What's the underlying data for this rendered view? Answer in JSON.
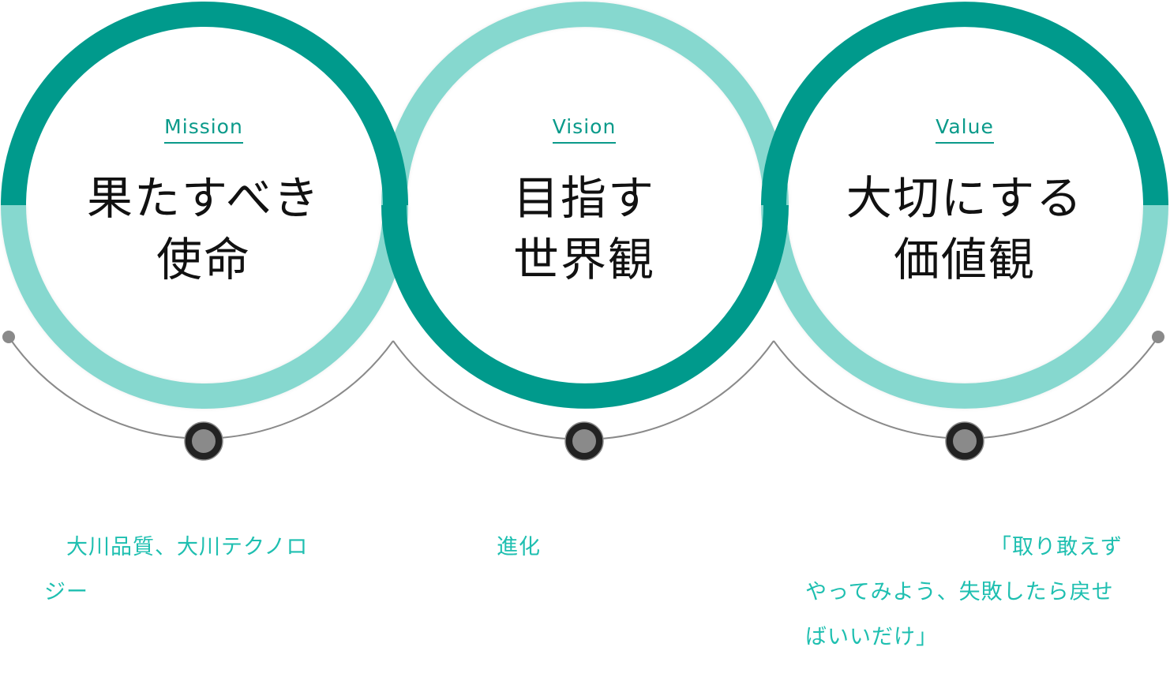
{
  "colors": {
    "ring_dark": "#009a8c",
    "ring_light": "#86d8cf",
    "label": "#0a9a8a",
    "description": "#1ebfb0",
    "connector": "#8a8a8a",
    "node_outer": "#222222",
    "node_inner": "#8a8a8a"
  },
  "items": [
    {
      "eyebrow": "Mission",
      "title_line1": "果たすべき",
      "title_line2": "使命",
      "description_line1": "　大川品質、大川テクノロ",
      "description_line2": "ジー"
    },
    {
      "eyebrow": "Vision",
      "title_line1": "目指す",
      "title_line2": "世界観",
      "description_line1": "進化"
    },
    {
      "eyebrow": "Value",
      "title_line1": "大切にする",
      "title_line2": "価値観",
      "description_line1": "「取り敢えず",
      "description_line2": "やってみよう、失敗したら戻せ",
      "description_line3": "ばいいだけ」"
    }
  ]
}
